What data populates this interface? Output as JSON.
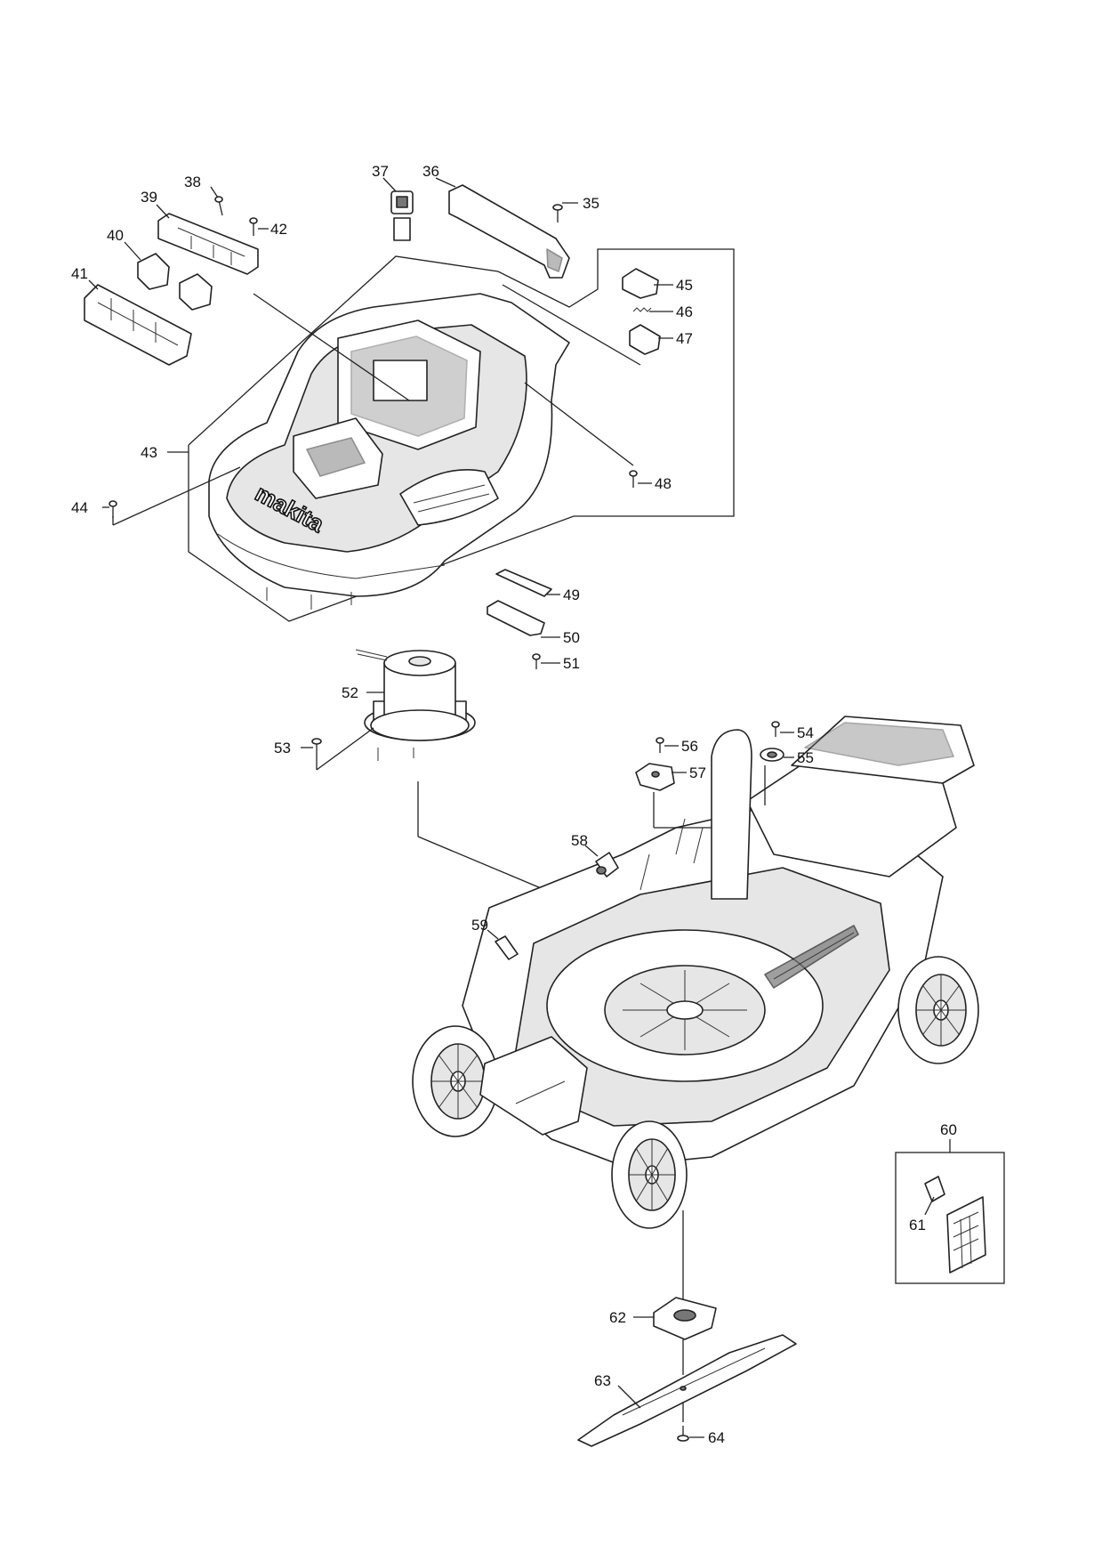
{
  "diagram": {
    "brand_mark": "makita",
    "callouts": [
      "35",
      "36",
      "37",
      "38",
      "39",
      "40",
      "41",
      "42",
      "43",
      "44",
      "45",
      "46",
      "47",
      "48",
      "49",
      "50",
      "51",
      "52",
      "53",
      "54",
      "55",
      "56",
      "57",
      "58",
      "59",
      "60",
      "61",
      "62",
      "63",
      "64"
    ]
  }
}
